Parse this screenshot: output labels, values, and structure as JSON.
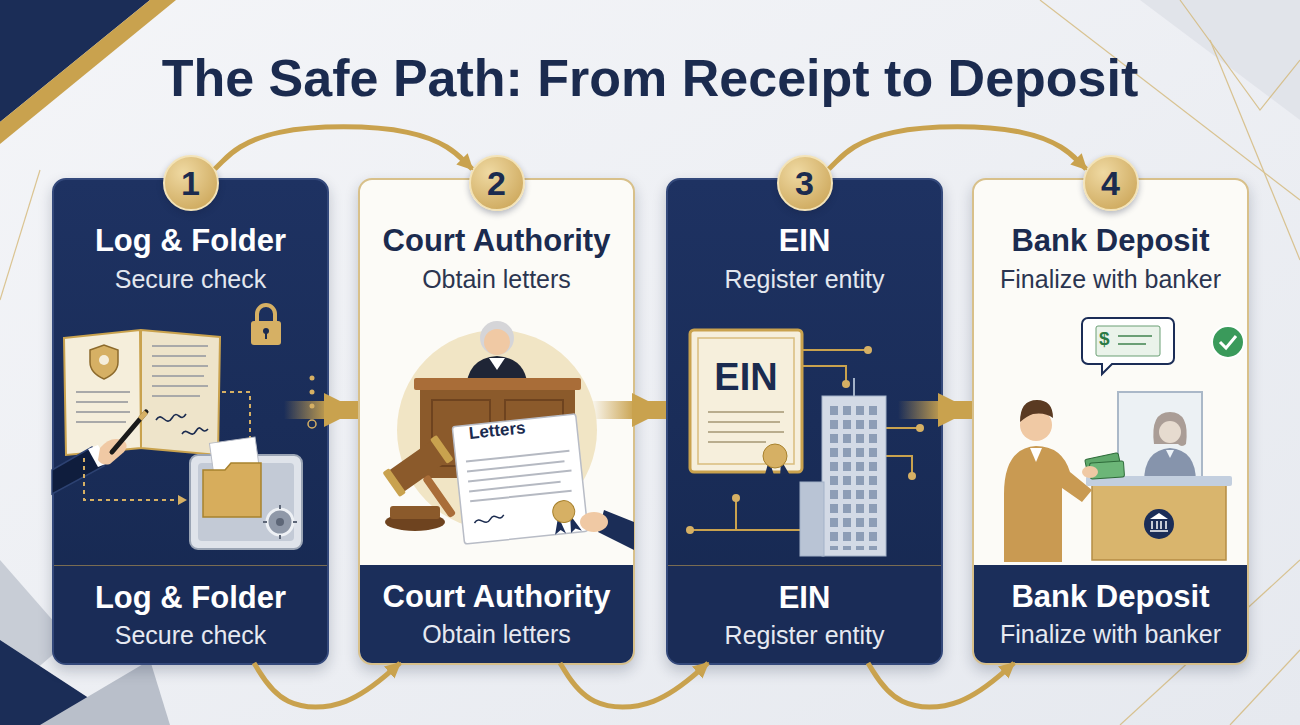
{
  "diagram": {
    "title": "The Safe Path: From Receipt to Deposit",
    "nodes": [
      {
        "text": [
          "Log & Folder",
          "Secure check"
        ]
      },
      {
        "text": [
          "1"
        ],
        "in": 0
      },
      {
        "text": [
          "Log & Folder",
          "Secure check"
        ],
        "in": 0
      },
      {
        "text": [
          "Court Authority",
          "Obtain letters"
        ]
      },
      {
        "text": [
          "2"
        ],
        "in": 3
      },
      {
        "text": [
          "Court Authority",
          "Obtain letters"
        ],
        "in": 3
      },
      {
        "text": [
          "EIN",
          "Register entity"
        ]
      },
      {
        "text": [
          "3"
        ],
        "in": 6
      },
      {
        "text": [
          "EIN",
          "Register entity"
        ],
        "in": 6
      },
      {
        "text": [
          "Bank Deposit",
          "Finalize with banker"
        ]
      },
      {
        "text": [
          "4"
        ],
        "in": 9
      },
      {
        "text": [
          "Bank Deposit",
          "Finalize with banker"
        ],
        "in": 9
      }
    ],
    "edges": [
      {
        "from": 0,
        "to": 3,
        "arrow": "to"
      },
      {
        "from": 3,
        "to": 6,
        "arrow": "to"
      },
      {
        "from": 6,
        "to": 9,
        "arrow": "to"
      },
      {
        "from": 1,
        "to": 4,
        "arrow": "to"
      },
      {
        "from": 7,
        "to": 10,
        "arrow": "to"
      },
      {
        "from": 2,
        "to": 5,
        "arrow": "to"
      },
      {
        "from": 5,
        "to": 8,
        "arrow": "to"
      },
      {
        "from": 8,
        "to": 11,
        "arrow": "to"
      }
    ],
    "labels": [
      "Letters",
      "EIN",
      "$"
    ]
  }
}
